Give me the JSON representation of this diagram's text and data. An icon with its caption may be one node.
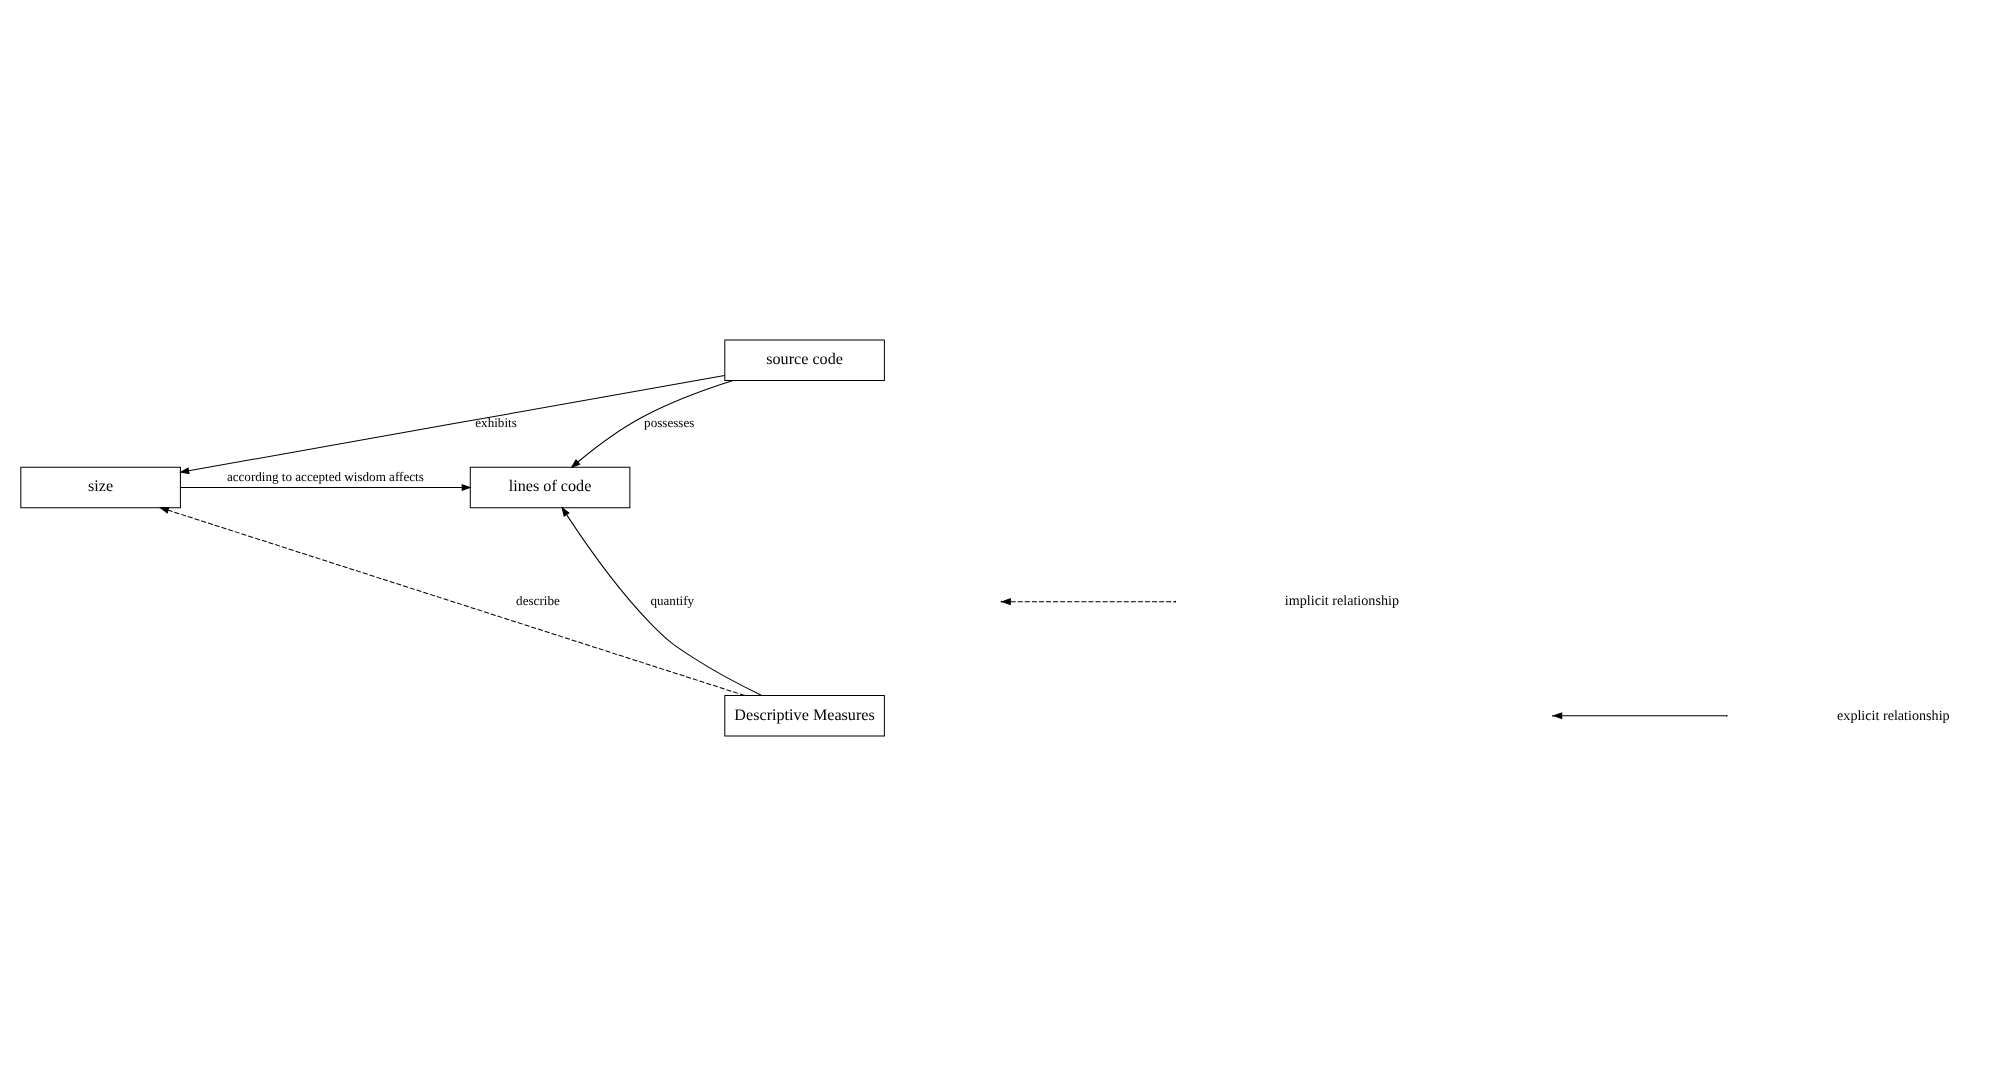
{
  "diagram": {
    "nodes": [
      {
        "text": [
          "source code"
        ]
      },
      {
        "text": [
          "size"
        ]
      },
      {
        "text": [
          "lines of code"
        ]
      },
      {
        "text": [
          "Descriptive Measures"
        ]
      }
    ],
    "edges": [
      {
        "from": 0,
        "to": 1,
        "arrow": "to",
        "label": "exhibits"
      },
      {
        "from": 0,
        "to": 2,
        "arrow": "to",
        "label": "possesses"
      },
      {
        "from": 1,
        "to": 2,
        "arrow": "to",
        "label": "according to accepted wisdom affects"
      },
      {
        "from": 3,
        "to": 1,
        "arrow": "to",
        "label": "describe",
        "style": "dashed"
      },
      {
        "from": 3,
        "to": 2,
        "arrow": "to",
        "label": "quantify"
      }
    ],
    "legend": [
      {
        "text": "implicit relationship"
      },
      {
        "text": "explicit relationship"
      }
    ]
  }
}
